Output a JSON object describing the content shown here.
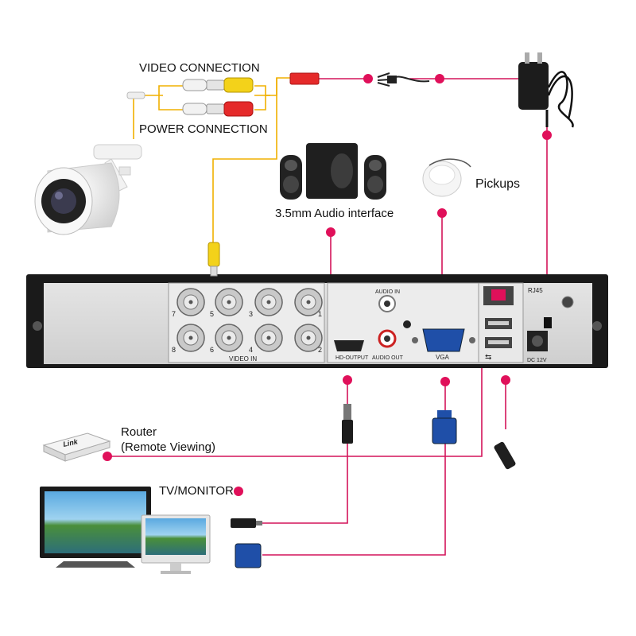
{
  "labels": {
    "video_connection": "VIDEO CONNECTION",
    "power_connection": "POWER CONNECTION",
    "pickups": "Pickups",
    "audio_interface": "3.5mm Audio interface",
    "router_line1": "Router",
    "router_line2": "(Remote Viewing)",
    "tv_monitor": "TV/MONITOR",
    "router_brand": "Link"
  },
  "dvr": {
    "video_in": "VIDEO IN",
    "audio_in": "AUDIO IN",
    "audio_out": "AUDIO OUT",
    "hd_output": "HD-OUTPUT",
    "vga": "VGA",
    "rj45": "RJ45",
    "usb_symbol": "⇆",
    "dc": "DC 12V",
    "channels_top": [
      "7",
      "5",
      "3",
      "1"
    ],
    "channels_bottom": [
      "8",
      "6",
      "4",
      "2"
    ]
  },
  "colors": {
    "video_line": "#f0b000",
    "connection_line": "#d4145a",
    "dot": "#e0105a",
    "dvr_body": "#d9d9d9",
    "dvr_frame": "#1a1a1a",
    "vga_blue": "#1f4fa8"
  }
}
